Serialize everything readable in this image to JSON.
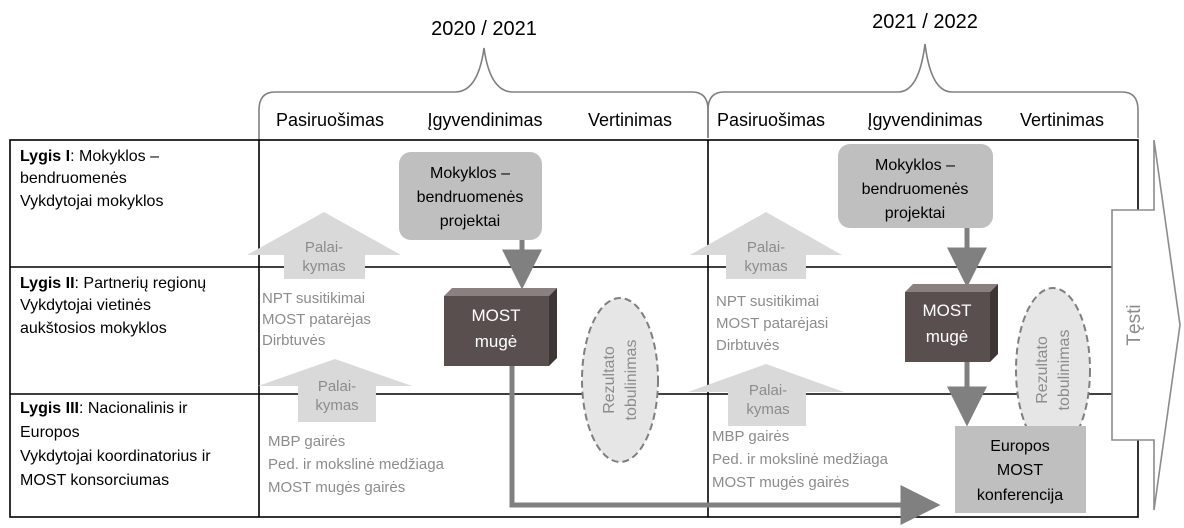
{
  "periods": [
    {
      "label": "2020 / 2021",
      "phases": [
        "Pasiruošimas",
        "Įgyvendinimas",
        "Vertinimas"
      ]
    },
    {
      "label": "2021 / 2022",
      "phases": [
        "Pasiruošimas",
        "Įgyvendinimas",
        "Vertinimas"
      ]
    }
  ],
  "levels": [
    {
      "title": "Lygis I",
      "desc_lines": [
        ": Mokyklos –",
        "bendruomenės",
        "Vykdytojai mokyklos"
      ]
    },
    {
      "title": "Lygis II",
      "desc_lines": [
        ": Partnerių regionų",
        "Vykdytojai vietinės",
        "aukštosios mokyklos"
      ]
    },
    {
      "title": "Lygis III",
      "desc_lines": [
        ": Nacionalinis ir",
        "Europos",
        "Vykdytojai koordinatorius ir",
        "MOST konsorciumas"
      ]
    }
  ],
  "projects_box": {
    "lines": [
      "Mokyklos –",
      "bendruomenės",
      "projektai"
    ]
  },
  "fair_box": {
    "lines": [
      "MOST",
      "mugė"
    ]
  },
  "support_arrow": {
    "lines": [
      "Palai-",
      "kymas"
    ]
  },
  "result_ellipse": {
    "lines": [
      "Rezultato",
      "tobulinimas"
    ]
  },
  "level2_support": [
    {
      "lines": [
        "NPT susitikimai",
        "MOST patarėjas",
        "Dirbtuvės"
      ]
    },
    {
      "lines": [
        "NPT susitikimai",
        "MOST patarėjasi",
        "Dirbtuvės"
      ]
    }
  ],
  "level3_support": [
    {
      "lines": [
        "MBP gairės",
        "Ped. ir mokslinė medžiaga",
        "MOST mugės gairės"
      ]
    },
    {
      "lines": [
        "MBP gairės",
        "Ped. ir mokslinė medžiaga",
        "MOST mugės gairės"
      ]
    }
  ],
  "conference_box": {
    "lines": [
      "Europos",
      "MOST",
      "konferencija"
    ]
  },
  "continue_arrow": {
    "label": "Tęsti"
  },
  "colors": {
    "grid": "#000000",
    "support_arrow": "#d9d9d9",
    "support_text": "#8c8c8c",
    "project_box": "#bfbfbf",
    "fair_box_front": "#5a4f4f",
    "fair_box_top": "#8a8080",
    "flow_arrow": "#808080",
    "conference_box": "#bfbfbf",
    "ellipse_fill": "#e6e6e6",
    "ellipse_stroke": "#7f7f7f",
    "continue_stroke": "#8c8c8c"
  }
}
